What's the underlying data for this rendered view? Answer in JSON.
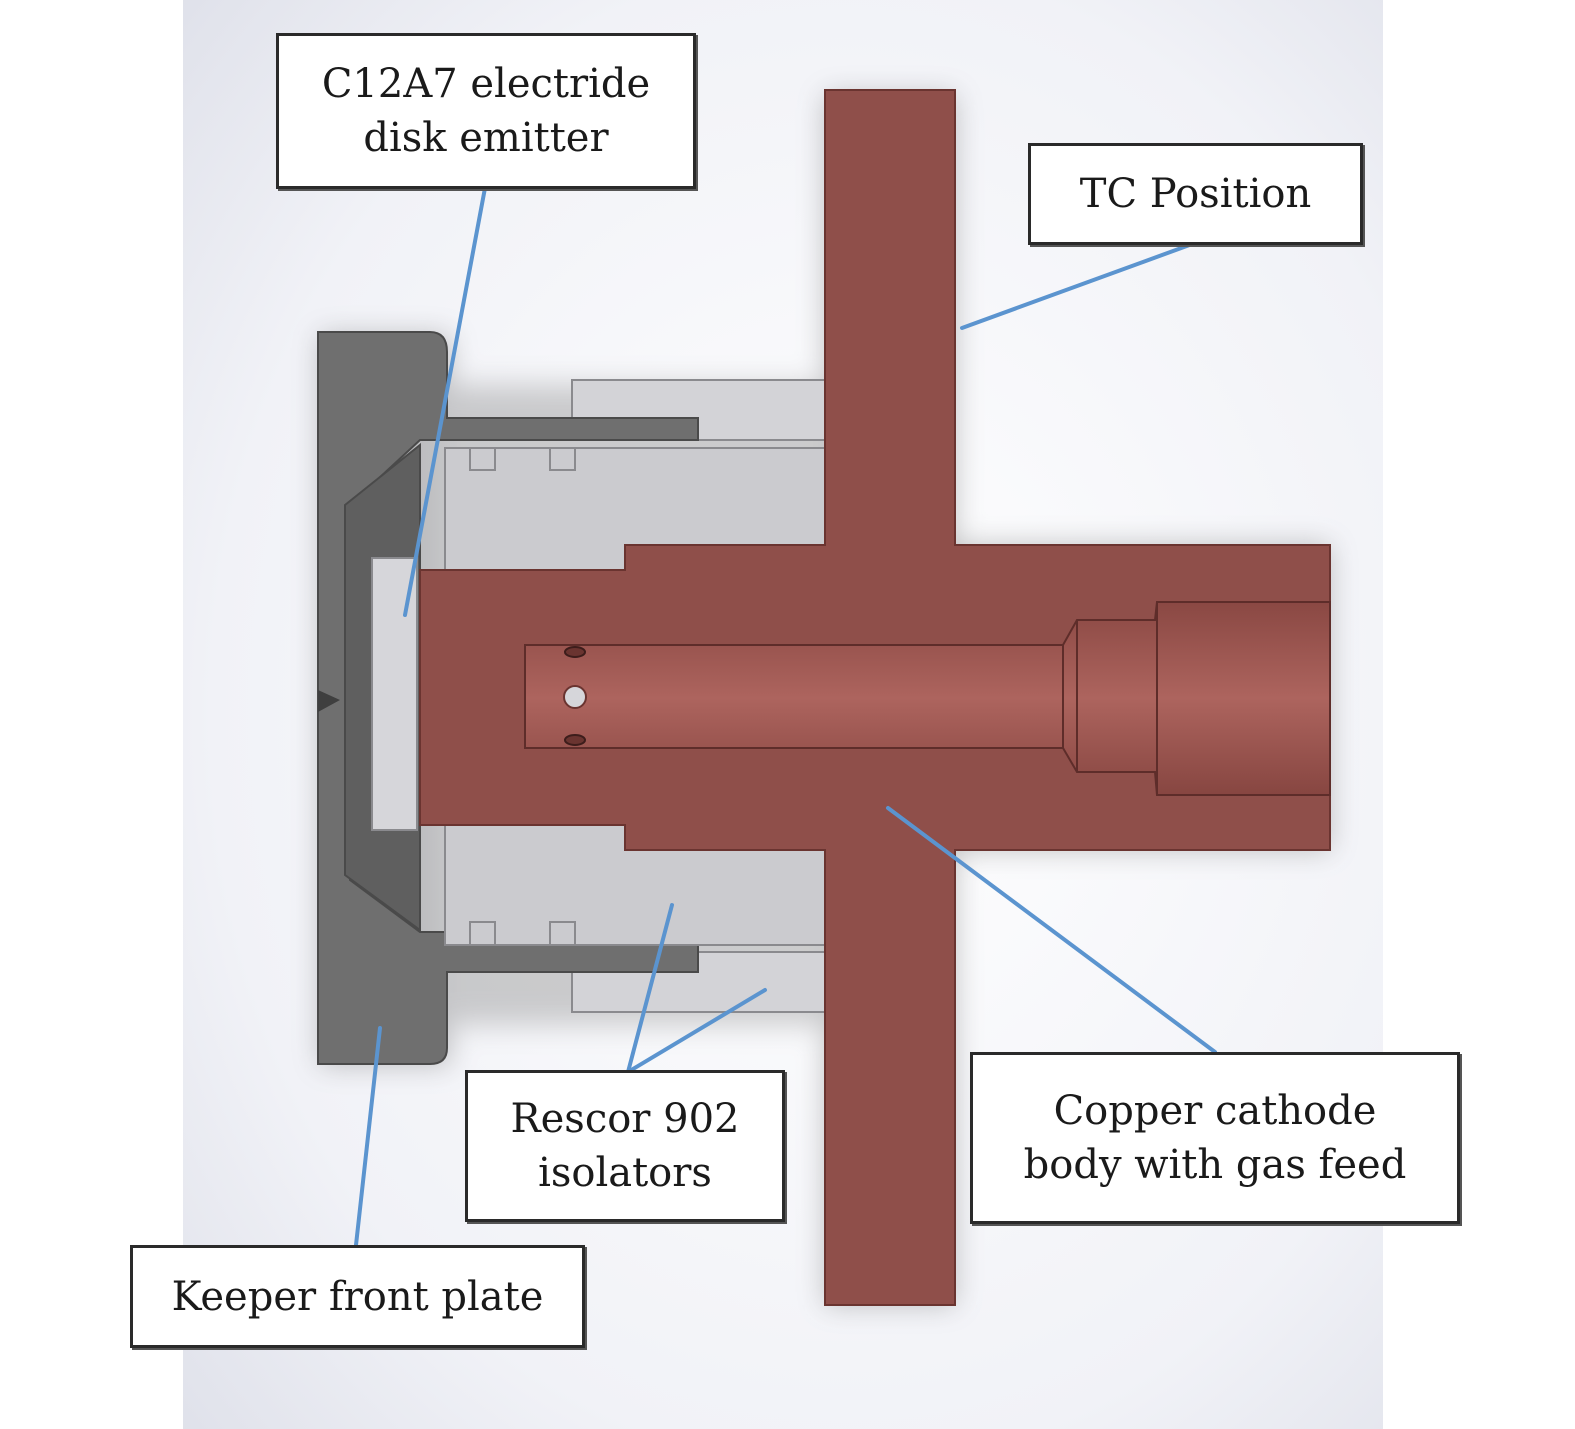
{
  "labels": {
    "emitter": "C12A7 electride\ndisk emitter",
    "tc_position": "TC Position",
    "keeper": "Keeper front plate",
    "isolators": "Rescor 902\nisolators",
    "cathode": "Copper cathode\nbody with gas feed"
  },
  "colors": {
    "copper": "#8f4f4a",
    "copper_bore": "#a45a55",
    "keeper_metal": "#6d6d6d",
    "ceramic": "#cfcfd3",
    "emitter_disk": "#d4d4d8",
    "leader_line": "#5b94cf",
    "background_shade": "#e4e6ee"
  }
}
